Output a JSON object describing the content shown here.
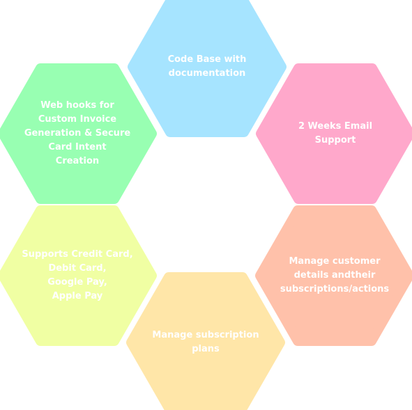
{
  "hexagons": [
    {
      "id": "code-base",
      "label": "Code Base with\ndocumentation",
      "color": "#a6e4ff"
    },
    {
      "id": "web-hooks",
      "label": "Web hooks for\nCustom Invoice\nGeneration & Secure\nCard Intent\nCreation",
      "color": "#98ffb2"
    },
    {
      "id": "email-support",
      "label": "2 Weeks Email\nSupport",
      "color": "#ffa8cb"
    },
    {
      "id": "payments",
      "label": "Supports Credit Card,\nDebit Card,\nGoogle Pay,\nApple Pay",
      "color": "#f0ffa3"
    },
    {
      "id": "manage-customer",
      "label": "Manage customer\ndetails andtheir\nsubscriptions/actions",
      "color": "#ffc1aa"
    },
    {
      "id": "manage-plans",
      "label": "Manage subscription\nplans",
      "color": "#ffe6a8"
    }
  ]
}
